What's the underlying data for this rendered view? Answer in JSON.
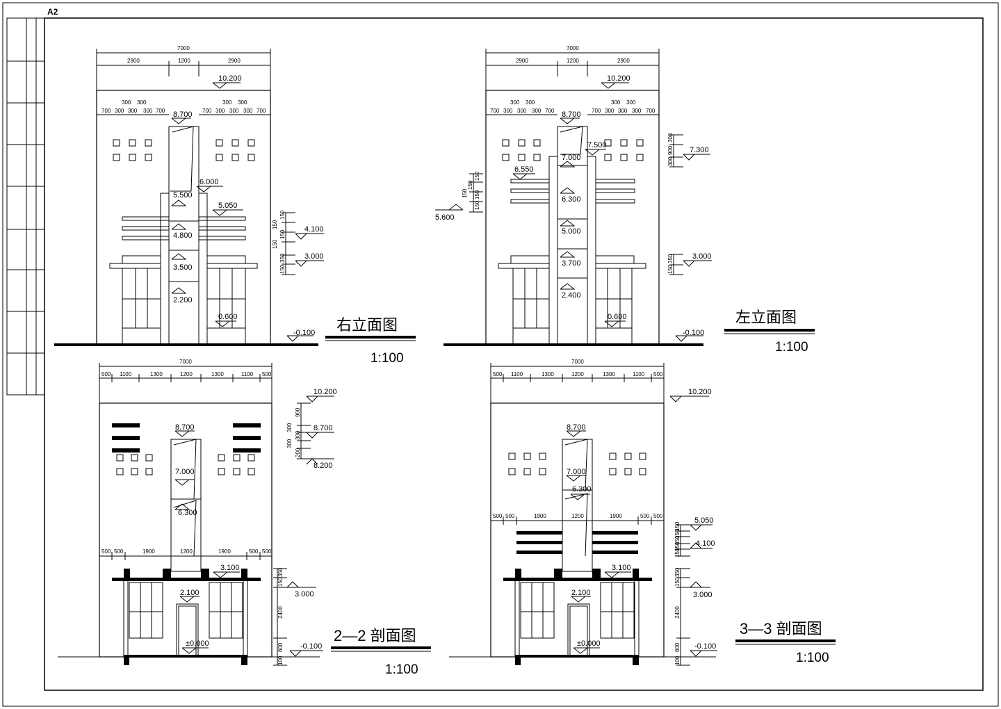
{
  "sheet": {
    "size_label": "A2"
  },
  "views": [
    {
      "id": "right-elevation",
      "title": "右立面图",
      "scale": "1:100",
      "overall_width": "7000",
      "top_dims": [
        "2900",
        "1200",
        "2900"
      ],
      "upper_dims_a": [
        "300",
        "300"
      ],
      "upper_dims_b": [
        "700",
        "300",
        "300",
        "300",
        "300",
        "700"
      ],
      "right_dims": [
        "150",
        "150",
        "150",
        "150",
        "350",
        "150"
      ],
      "levels": [
        "10.200",
        "8.700",
        "6.000",
        "5.500",
        "5.050",
        "4.800",
        "4.100",
        "3.500",
        "3.000",
        "2.200",
        "0.600",
        "-0.100"
      ]
    },
    {
      "id": "left-elevation",
      "title": "左立面图",
      "scale": "1:100",
      "overall_width": "7000",
      "top_dims": [
        "2900",
        "1200",
        "2900"
      ],
      "upper_dims_a": [
        "300",
        "300"
      ],
      "upper_dims_b": [
        "700",
        "300",
        "300",
        "300",
        "300",
        "700"
      ],
      "right_dims": [
        "300",
        "900",
        "300",
        "350",
        "150"
      ],
      "left_dims": [
        "150",
        "150",
        "150",
        "150",
        "150"
      ],
      "levels": [
        "10.200",
        "8.700",
        "7.500",
        "7.300",
        "7.000",
        "6.550",
        "6.300",
        "5.600",
        "5.000",
        "3.700",
        "3.000",
        "2.400",
        "0.600",
        "-0.100"
      ]
    },
    {
      "id": "section-2-2",
      "title": "2—2 剖面图",
      "scale": "1:100",
      "overall_width": "7000",
      "top_dims": [
        "500",
        "1100",
        "1300",
        "1200",
        "1300",
        "1100",
        "500"
      ],
      "mid_dims": [
        "500",
        "500",
        "1900",
        "1200",
        "1900",
        "500",
        "500"
      ],
      "right_dims_upper": [
        "900",
        "300",
        "300",
        "300",
        "200"
      ],
      "right_dims_lower": [
        "350",
        "150",
        "2400",
        "600",
        "100"
      ],
      "levels": [
        "10.200",
        "8.700",
        "8.200",
        "7.000",
        "6.300",
        "3.100",
        "3.000",
        "2.100",
        "±0.000",
        "-0.100"
      ]
    },
    {
      "id": "section-3-3",
      "title": "3—3 剖面图",
      "scale": "1:100",
      "overall_width": "7000",
      "top_dims": [
        "500",
        "1100",
        "1300",
        "1200",
        "1300",
        "1100",
        "500"
      ],
      "mid_dims": [
        "500",
        "500",
        "1900",
        "1200",
        "1900",
        "500",
        "500"
      ],
      "right_dims_upper": [
        "150",
        "150",
        "150",
        "150",
        "150"
      ],
      "right_dims_lower": [
        "350",
        "150",
        "2400",
        "600",
        "100"
      ],
      "levels": [
        "10.200",
        "8.700",
        "7.000",
        "6.300",
        "5.050",
        "4.100",
        "3.100",
        "3.000",
        "2.100",
        "±0.000",
        "-0.100"
      ]
    }
  ]
}
